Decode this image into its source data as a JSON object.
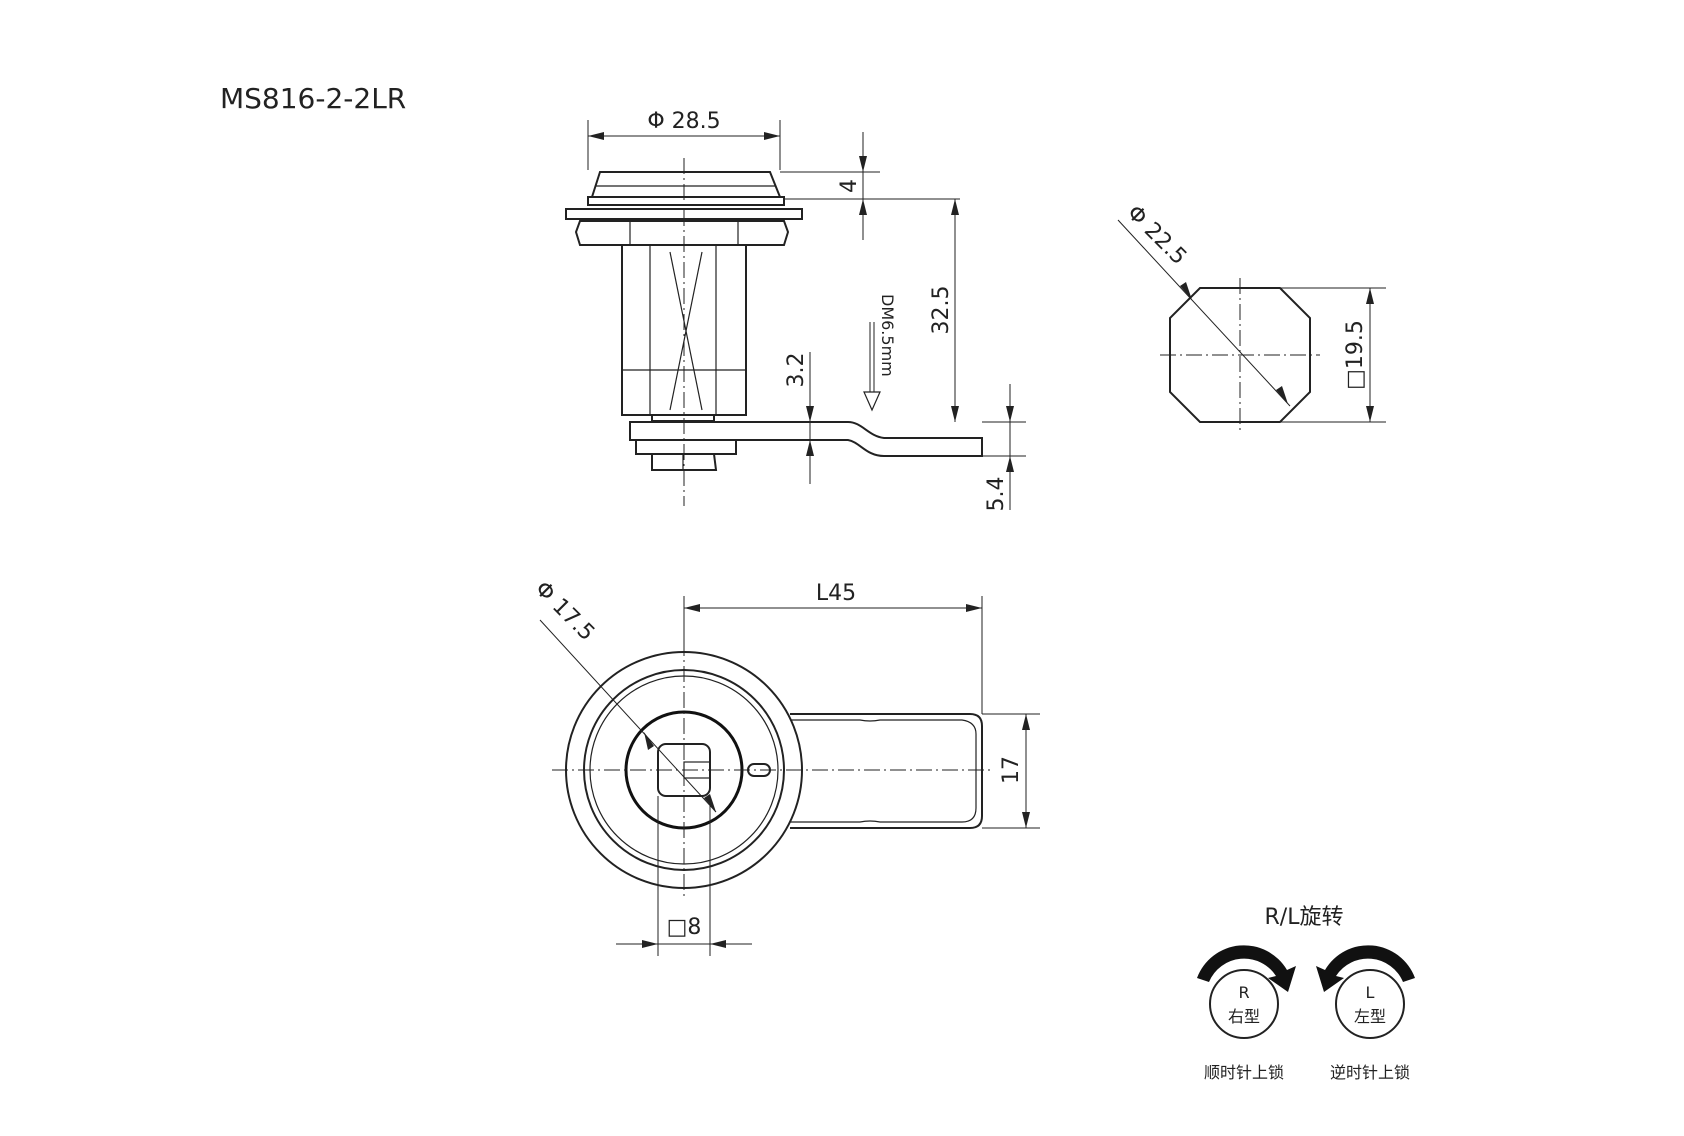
{
  "title": "MS816-2-2LR",
  "dimensions": {
    "head_diameter": "Φ 28.5",
    "head_height": "4",
    "body_length": "32.5",
    "cam_thickness": "3.2",
    "cam_offset": "5.4",
    "dm_note": "DM6.5mm",
    "cutout_diameter": "Φ 22.5",
    "cutout_flat": "□19.5",
    "bore_diameter": "Φ 17.5",
    "cam_length": "L45",
    "cam_width": "17",
    "key_square": "□8"
  },
  "rotation": {
    "heading": "R/L旋转",
    "right": {
      "letter": "R",
      "type": "右型",
      "caption": "顺时针上锁"
    },
    "left": {
      "letter": "L",
      "type": "左型",
      "caption": "逆时针上锁"
    }
  }
}
